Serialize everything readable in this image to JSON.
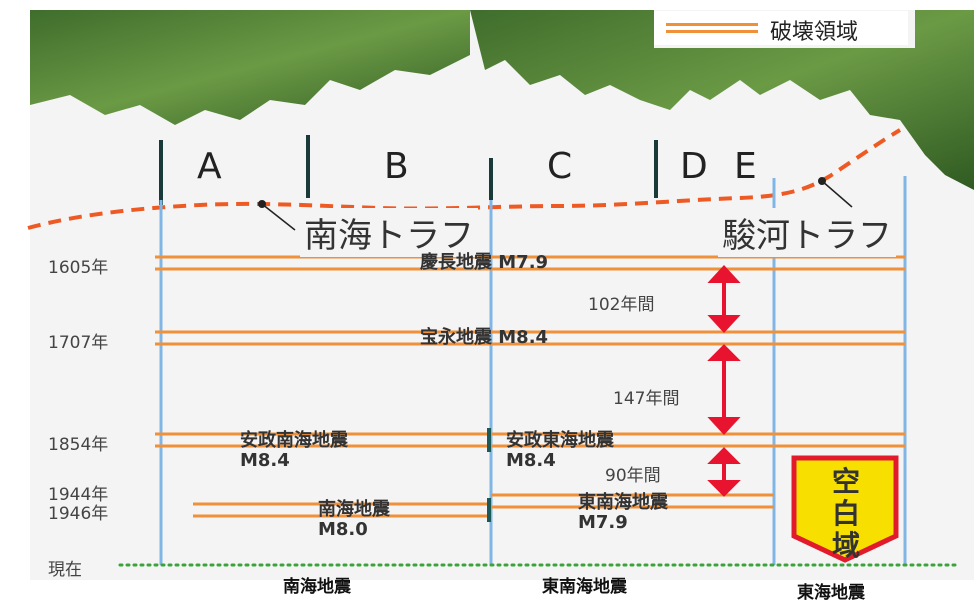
{
  "legend": {
    "label": "破壊領域",
    "color": "#f0913a"
  },
  "zones": [
    "A",
    "B",
    "C",
    "D",
    "E"
  ],
  "troughs": {
    "nankai": "南海トラフ",
    "suruga": "駿河トラフ"
  },
  "events": [
    {
      "year": "1605年",
      "names": [
        "慶長地震 M7.9"
      ]
    },
    {
      "year": "1707年",
      "names": [
        "宝永地震 M8.4"
      ]
    },
    {
      "year": "1854年",
      "names": [
        "安政南海地震",
        "M8.4",
        "安政東海地震",
        "M8.4"
      ]
    },
    {
      "year": "1944年",
      "names": [
        "東南海地震",
        "M7.9"
      ]
    },
    {
      "year": "1946年",
      "names": [
        "南海地震",
        "M8.0"
      ]
    }
  ],
  "intervals": [
    "102年間",
    "147年間",
    "90年間"
  ],
  "gap_label": "空白域",
  "present": "現在",
  "bottom_labels": [
    "南海地震",
    "東南海地震",
    "東海地震"
  ],
  "colors": {
    "rupture": "#f0913a",
    "trough": "#ee5a24",
    "arrow": "#e8132e",
    "gridline": "#7fb6e6",
    "present": "#3aa33a",
    "gap_fill": "#f7e000",
    "gap_border": "#e21b2c"
  }
}
